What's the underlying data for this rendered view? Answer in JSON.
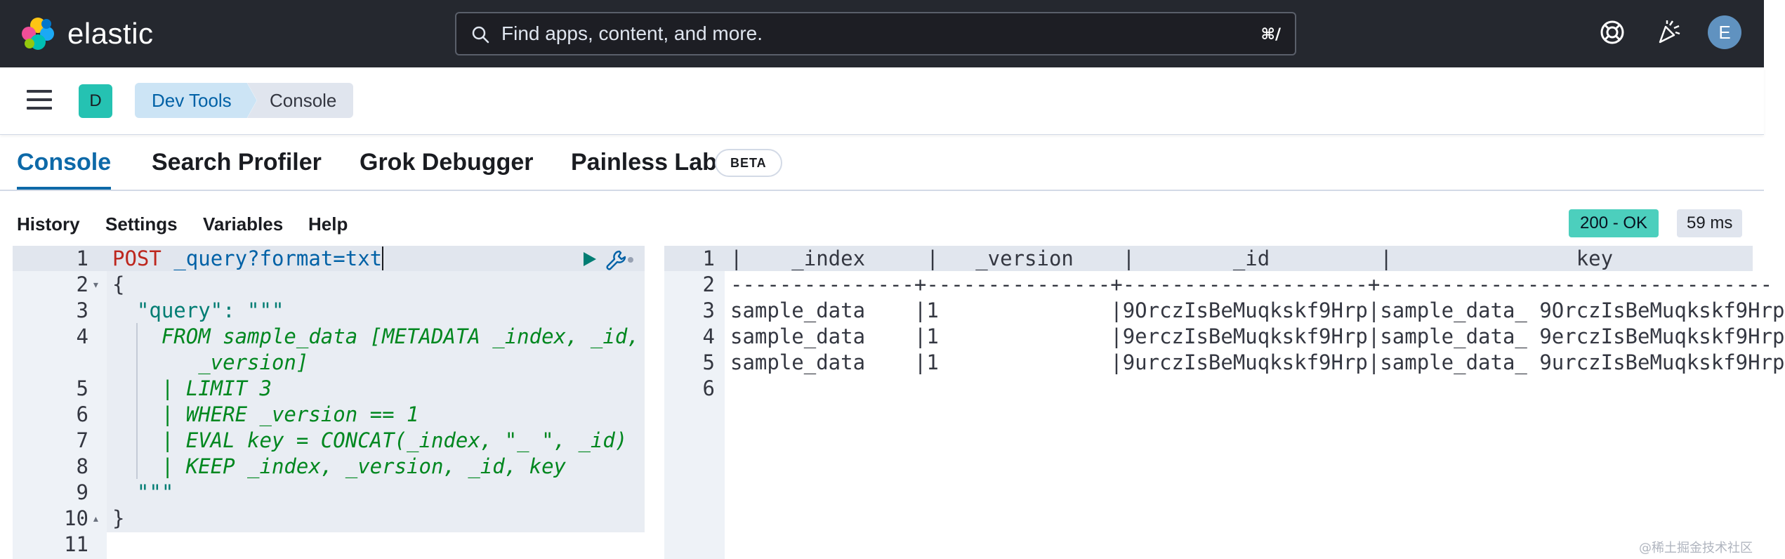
{
  "header": {
    "brand": "elastic",
    "search_placeholder": "Find apps, content, and more.",
    "shortcut": "⌘/",
    "avatar_initial": "E",
    "icons": [
      "help-lifebuoy-icon",
      "news-party-icon"
    ]
  },
  "breadcrumbs": {
    "space_initial": "D",
    "items": [
      "Dev Tools",
      "Console"
    ]
  },
  "tabs": [
    {
      "label": "Console",
      "active": true
    },
    {
      "label": "Search Profiler",
      "active": false
    },
    {
      "label": "Grok Debugger",
      "active": false
    },
    {
      "label": "Painless Lab",
      "active": false,
      "badge": "BETA"
    }
  ],
  "toolbar": {
    "links": [
      "History",
      "Settings",
      "Variables",
      "Help"
    ],
    "status": "200 - OK",
    "latency": "59 ms"
  },
  "request": {
    "lines": [
      {
        "num": "1",
        "text": "POST _query?format=txt"
      },
      {
        "num": "2",
        "text": "{"
      },
      {
        "num": "3",
        "text": "  \"query\": \"\"\""
      },
      {
        "num": "4",
        "text": "    FROM sample_data [METADATA _index, _id,"
      },
      {
        "num": "",
        "text": "       _version]"
      },
      {
        "num": "5",
        "text": "    | LIMIT 3"
      },
      {
        "num": "6",
        "text": "    | WHERE _version == 1"
      },
      {
        "num": "7",
        "text": "    | EVAL key = CONCAT(_index, \"_ \", _id)"
      },
      {
        "num": "8",
        "text": "    | KEEP _index, _version, _id, key"
      },
      {
        "num": "9",
        "text": "  \"\"\""
      },
      {
        "num": "10",
        "text": "}"
      },
      {
        "num": "11",
        "text": ""
      }
    ],
    "method": "POST",
    "path": "_query?format=txt"
  },
  "response": {
    "lines": [
      {
        "num": "1",
        "text": "|    _index     |   _version    |        _id         |               key"
      },
      {
        "num": "2",
        "text": "---------------+---------------+--------------------+--------------------------------"
      },
      {
        "num": "3",
        "text": "sample_data    |1              |9OrczIsBeMuqkskf9Hrp|sample_data_ 9OrczIsBeMuqkskf9Hrp"
      },
      {
        "num": "4",
        "text": "sample_data    |1              |9erczIsBeMuqkskf9Hrp|sample_data_ 9erczIsBeMuqkskf9Hrp"
      },
      {
        "num": "5",
        "text": "sample_data    |1              |9urczIsBeMuqkskf9Hrp|sample_data_ 9urczIsBeMuqkskf9Hrp"
      },
      {
        "num": "6",
        "text": ""
      }
    ]
  },
  "watermark": "@稀土掘金技术社区",
  "colors": {
    "header_bg": "#25282f",
    "accent": "#0d69a8",
    "status_ok": "#4ccfbd",
    "esql_green": "#00871f",
    "method_red": "#bd271e"
  }
}
